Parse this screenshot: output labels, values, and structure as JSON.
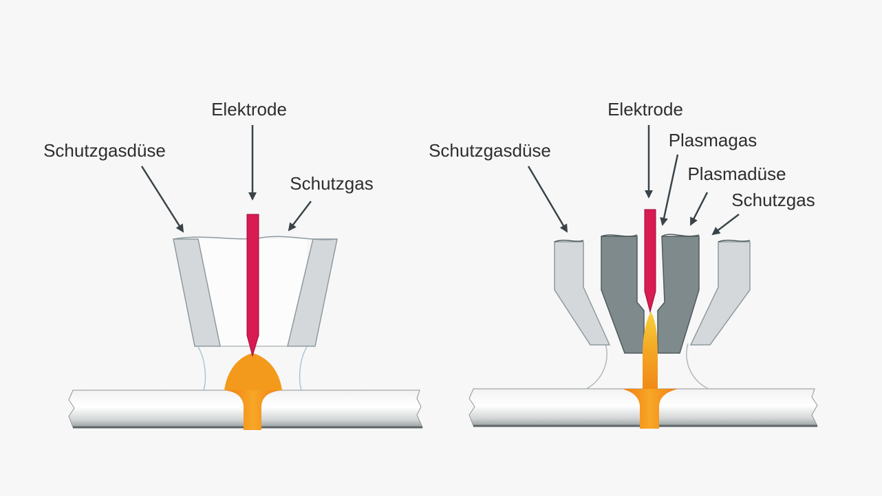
{
  "colors": {
    "background": "#f7f7f8",
    "shield_nozzle": "#d4d8da",
    "plasma_nozzle": "#7f8a8c",
    "electrode": "#d81b52",
    "weld": "#f29a1f",
    "workpiece": "#e6e6e6",
    "arrow": "#3a4448",
    "text": "#2e2e2e"
  },
  "left_diagram": {
    "labels": {
      "electrode": "Elektrode",
      "shield_nozzle": "Schutzgasdüse",
      "shield_gas": "Schutzgas"
    }
  },
  "right_diagram": {
    "labels": {
      "electrode": "Elektrode",
      "shield_nozzle": "Schutzgasdüse",
      "plasma_gas": "Plasmagas",
      "plasma_nozzle": "Plasmadüse",
      "shield_gas": "Schutzgas"
    }
  }
}
